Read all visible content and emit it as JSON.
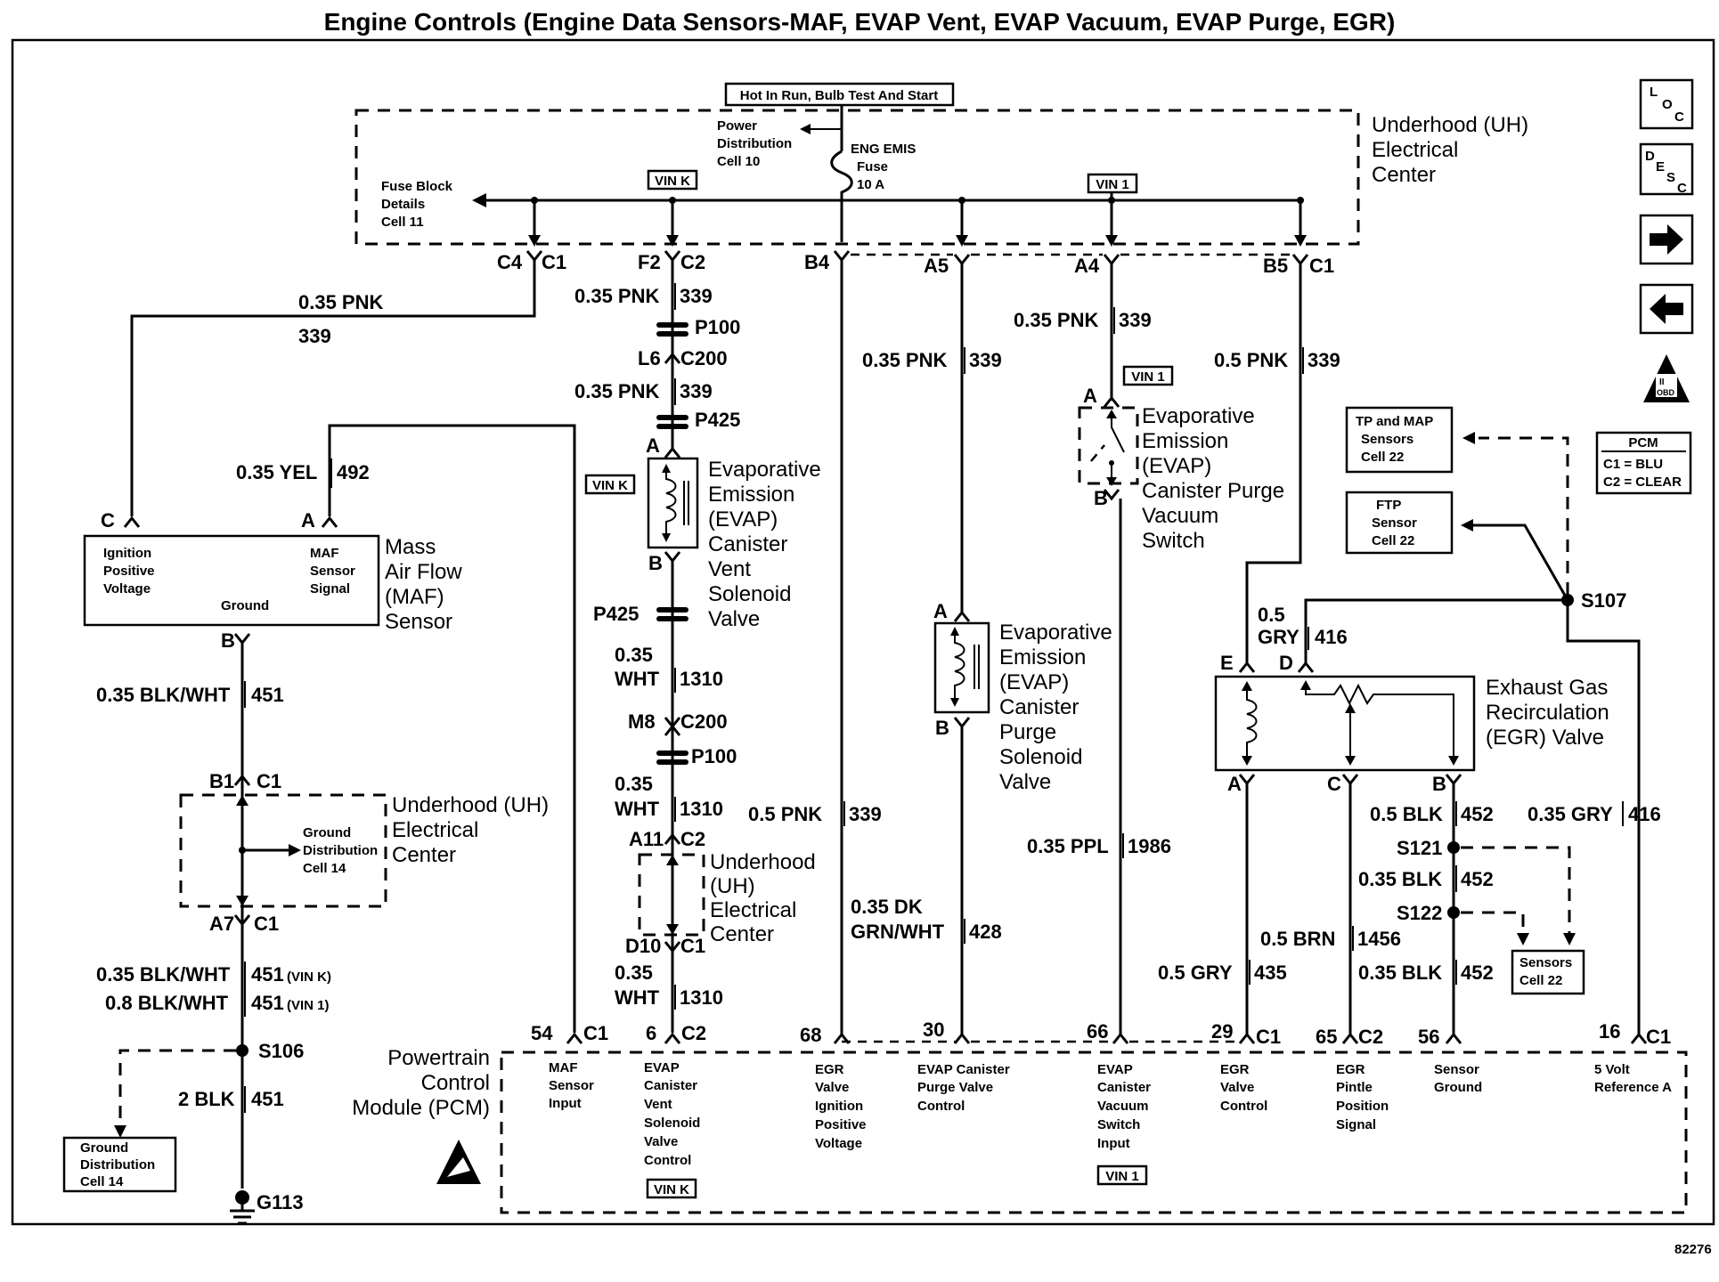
{
  "title": "Engine Controls (Engine Data Sensors-MAF, EVAP Vent, EVAP Vacuum, EVAP Purge, EGR)",
  "figure_number": "82276",
  "hot_label": "Hot In Run, Bulb Test And Start",
  "uh_center_top": {
    "l1": "Underhood (UH)",
    "l2": "Electrical",
    "l3": "Center"
  },
  "power_dist": {
    "l1": "Power",
    "l2": "Distribution",
    "l3": "Cell 10"
  },
  "fuse": {
    "l1": "ENG EMIS",
    "l2": "Fuse",
    "l3": "10 A"
  },
  "fuse_block": {
    "l1": "Fuse Block",
    "l2": "Details",
    "l3": "Cell 11"
  },
  "vin_k": "VIN K",
  "vin_1": "VIN 1",
  "connectors_top": {
    "c4": "C4",
    "c1a": "C1",
    "f2": "F2",
    "c2a": "C2",
    "b4": "B4",
    "a5": "A5",
    "a4": "A4",
    "b5": "B5",
    "c1b": "C1"
  },
  "wires": {
    "w1_gauge": "0.35 PNK",
    "w1_circ": "339",
    "w2_gauge": "0.35 PNK",
    "w2_circ": "339",
    "w3_gauge": "0.35 PNK",
    "w3_circ": "339",
    "w4_gauge": "0.35 PNK",
    "w4_circ": "339",
    "w5_gauge": "0.35 PNK",
    "w5_circ": "339",
    "w6_gauge": "0.5 PNK",
    "w6_circ": "339",
    "yel_gauge": "0.35 YEL",
    "yel_circ": "492",
    "bw_gauge": "0.35 BLK/WHT",
    "bw_circ": "451",
    "bwk_gauge": "0.35 BLK/WHT",
    "bwk_circ": "451",
    "bwk_note": "(VIN K)",
    "bw1_gauge": "0.8 BLK/WHT",
    "bw1_circ": "451",
    "bw1_note": "(VIN 1)",
    "blk2_gauge": "2 BLK",
    "blk2_circ": "451",
    "wht1_g1": "0.35",
    "wht1_g2": "WHT",
    "wht1_circ": "1310",
    "wht2_g1": "0.35",
    "wht2_g2": "WHT",
    "wht2_circ": "1310",
    "wht3_g1": "0.35",
    "wht3_g2": "WHT",
    "wht3_circ": "1310",
    "pnk05_gauge": "0.5 PNK",
    "pnk05_circ": "339",
    "dkgrn_g1": "0.35 DK",
    "dkgrn_g2": "GRN/WHT",
    "dkgrn_circ": "428",
    "ppl_gauge": "0.35 PPL",
    "ppl_circ": "1986",
    "gry416_g1": "0.5",
    "gry416_g2": "GRY",
    "gry416_circ": "416",
    "blk452a_gauge": "0.5 BLK",
    "blk452a_circ": "452",
    "gry416b_gauge": "0.35 GRY",
    "gry416b_circ": "416",
    "blk452b_gauge": "0.35 BLK",
    "blk452b_circ": "452",
    "brn_gauge": "0.5 BRN",
    "brn_circ": "1456",
    "gry435_gauge": "0.5 GRY",
    "gry435_circ": "435",
    "blk452c_gauge": "0.35 BLK",
    "blk452c_circ": "452"
  },
  "splices": {
    "p100a": "P100",
    "p425a": "P425",
    "p425b": "P425",
    "p100b": "P100",
    "l6": "L6",
    "c200a": "C200",
    "m8": "M8",
    "c200b": "C200",
    "s106": "S106",
    "s107": "S107",
    "s121": "S121",
    "s122": "S122",
    "g113": "G113"
  },
  "maf": {
    "name1": "Mass",
    "name2": "Air Flow",
    "name3": "(MAF)",
    "name4": "Sensor",
    "pin_c": "C",
    "pin_a": "A",
    "pin_b": "B",
    "ign1": "Ignition",
    "ign2": "Positive",
    "ign3": "Voltage",
    "sig1": "MAF",
    "sig2": "Sensor",
    "sig3": "Signal",
    "ground": "Ground"
  },
  "uh_center_left": {
    "b1": "B1",
    "c1": "C1",
    "a7": "A7",
    "c1b": "C1",
    "l1": "Underhood (UH)",
    "l2": "Electrical",
    "l3": "Center",
    "gd1": "Ground",
    "gd2": "Distribution",
    "gd3": "Cell 14"
  },
  "ground_dist": {
    "l1": "Ground",
    "l2": "Distribution",
    "l3": "Cell 14"
  },
  "vent": {
    "pin_a": "A",
    "pin_b": "B",
    "l1": "Evaporative",
    "l2": "Emission",
    "l3": "(EVAP)",
    "l4": "Canister",
    "l5": "Vent",
    "l6": "Solenoid",
    "l7": "Valve"
  },
  "uh_center_mid": {
    "a11": "A11",
    "c2": "C2",
    "d10": "D10",
    "c1": "C1",
    "l1": "Underhood",
    "l2": "(UH)",
    "l3": "Electrical",
    "l4": "Center"
  },
  "purge": {
    "pin_a": "A",
    "pin_b": "B",
    "l1": "Evaporative",
    "l2": "Emission",
    "l3": "(EVAP)",
    "l4": "Canister",
    "l5": "Purge",
    "l6": "Solenoid",
    "l7": "Valve"
  },
  "vacsw": {
    "pin_a": "A",
    "pin_b": "B",
    "l1": "Evaporative",
    "l2": "Emission",
    "l3": "(EVAP)",
    "l4": "Canister Purge",
    "l5": "Vacuum",
    "l6": "Switch"
  },
  "egr": {
    "pin_e": "E",
    "pin_d": "D",
    "pin_a": "A",
    "pin_c": "C",
    "pin_b": "B",
    "l1": "Exhaust Gas",
    "l2": "Recirculation",
    "l3": "(EGR) Valve"
  },
  "tp_map": {
    "l1": "TP and MAP",
    "l2": "Sensors",
    "l3": "Cell 22"
  },
  "ftp": {
    "l1": "FTP",
    "l2": "Sensor",
    "l3": "Cell 22"
  },
  "pcm_legend": {
    "title": "PCM",
    "c1": "C1 = BLU",
    "c2": "C2 = CLEAR"
  },
  "sensors_cell": {
    "l1": "Sensors",
    "l2": "Cell 22"
  },
  "pcm": {
    "l1": "Powertrain",
    "l2": "Control",
    "l3": "Module (PCM)",
    "pins": [
      "54",
      "C1",
      "6",
      "C2",
      "68",
      "30",
      "66",
      "29",
      "C1",
      "65",
      "C2",
      "56",
      "16",
      "C1"
    ],
    "f1": [
      "MAF",
      "Sensor",
      "Input"
    ],
    "f2": [
      "EVAP",
      "Canister",
      "Vent",
      "Solenoid",
      "Valve",
      "Control"
    ],
    "f3": [
      "EGR",
      "Valve",
      "Ignition",
      "Positive",
      "Voltage"
    ],
    "f4": [
      "EVAP Canister",
      "Purge Valve",
      "Control"
    ],
    "f5": [
      "EVAP",
      "Canister",
      "Vacuum",
      "Switch",
      "Input"
    ],
    "f6": [
      "EGR",
      "Valve",
      "Control"
    ],
    "f7": [
      "EGR",
      "Pintle",
      "Position",
      "Signal"
    ],
    "f8": [
      "Sensor",
      "Ground"
    ],
    "f9": [
      "5 Volt",
      "Reference A"
    ]
  },
  "side_icons": {
    "loc": "LOC",
    "desc": "DESC",
    "obd": "OBD II"
  }
}
